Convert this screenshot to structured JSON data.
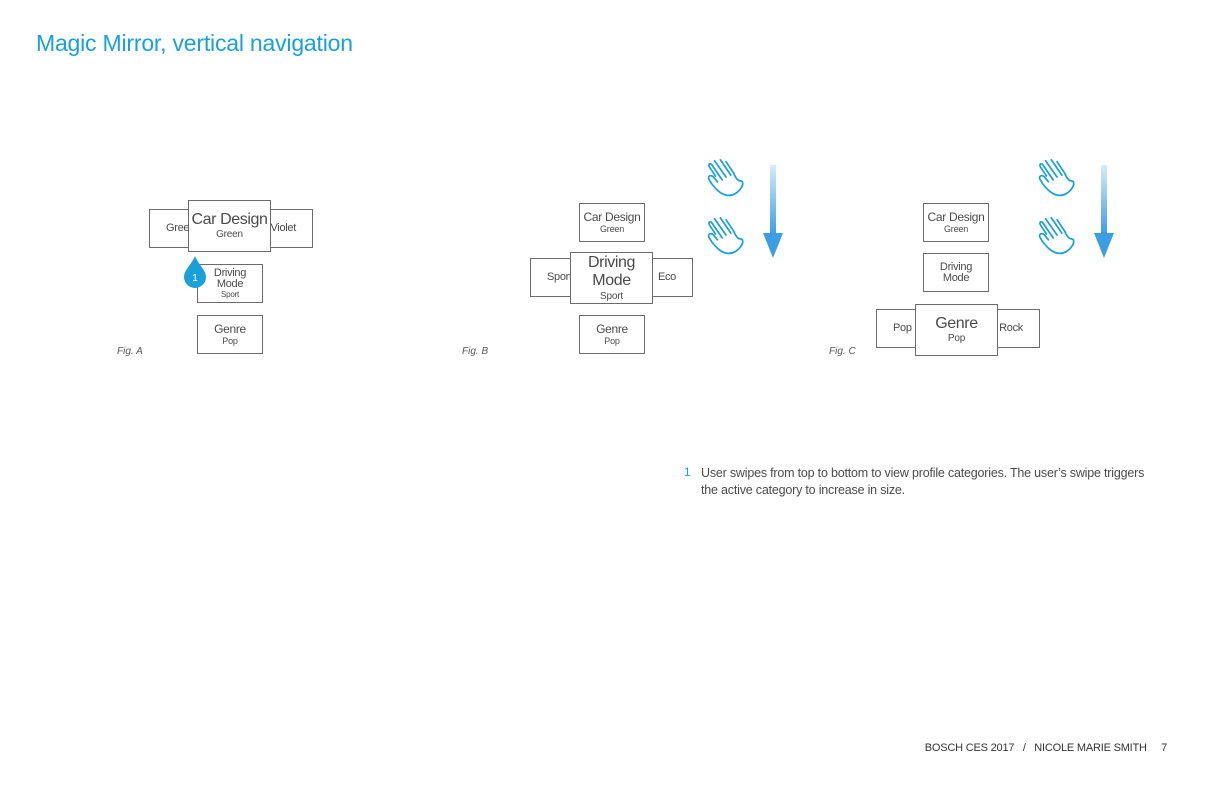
{
  "page": {
    "title": "Magic Mirror, vertical navigation"
  },
  "figures": {
    "a": {
      "label": "Fig. A",
      "left": "Green",
      "right": "Violet",
      "active": {
        "main": "Car Design",
        "sub": "Green"
      },
      "driving": {
        "main": "Driving\nMode",
        "sub": "Sport"
      },
      "genre": {
        "main": "Genre",
        "sub": "Pop"
      },
      "marker_number": "1"
    },
    "b": {
      "label": "Fig. B",
      "top": {
        "main": "Car Design",
        "sub": "Green"
      },
      "left": "Sport",
      "right": "Eco",
      "active": {
        "main": "Driving\nMode",
        "sub": "Sport"
      },
      "genre": {
        "main": "Genre",
        "sub": "Pop"
      }
    },
    "c": {
      "label": "Fig. C",
      "top": {
        "main": "Car Design",
        "sub": "Green"
      },
      "driving": {
        "main": "Driving\nMode"
      },
      "left": "Pop",
      "right": "Rock",
      "active": {
        "main": "Genre",
        "sub": "Pop"
      }
    }
  },
  "note": {
    "number": "1",
    "text": "User swipes from top to bottom to view profile categories. The user’s swipe triggers the active category to increase in size."
  },
  "footer": {
    "text": "BOSCH CES 2017   /   NICOLE MARIE SMITH     7"
  },
  "icons": {
    "hand": "waving-hand-icon",
    "arrow": "down-arrow-icon",
    "marker": "touch-marker-icon"
  },
  "colors": {
    "accent": "#1aa0d8",
    "arrow_top": "#d8ecf8",
    "arrow_bottom": "#3b9ee0",
    "box_border": "#6b6b6b"
  }
}
